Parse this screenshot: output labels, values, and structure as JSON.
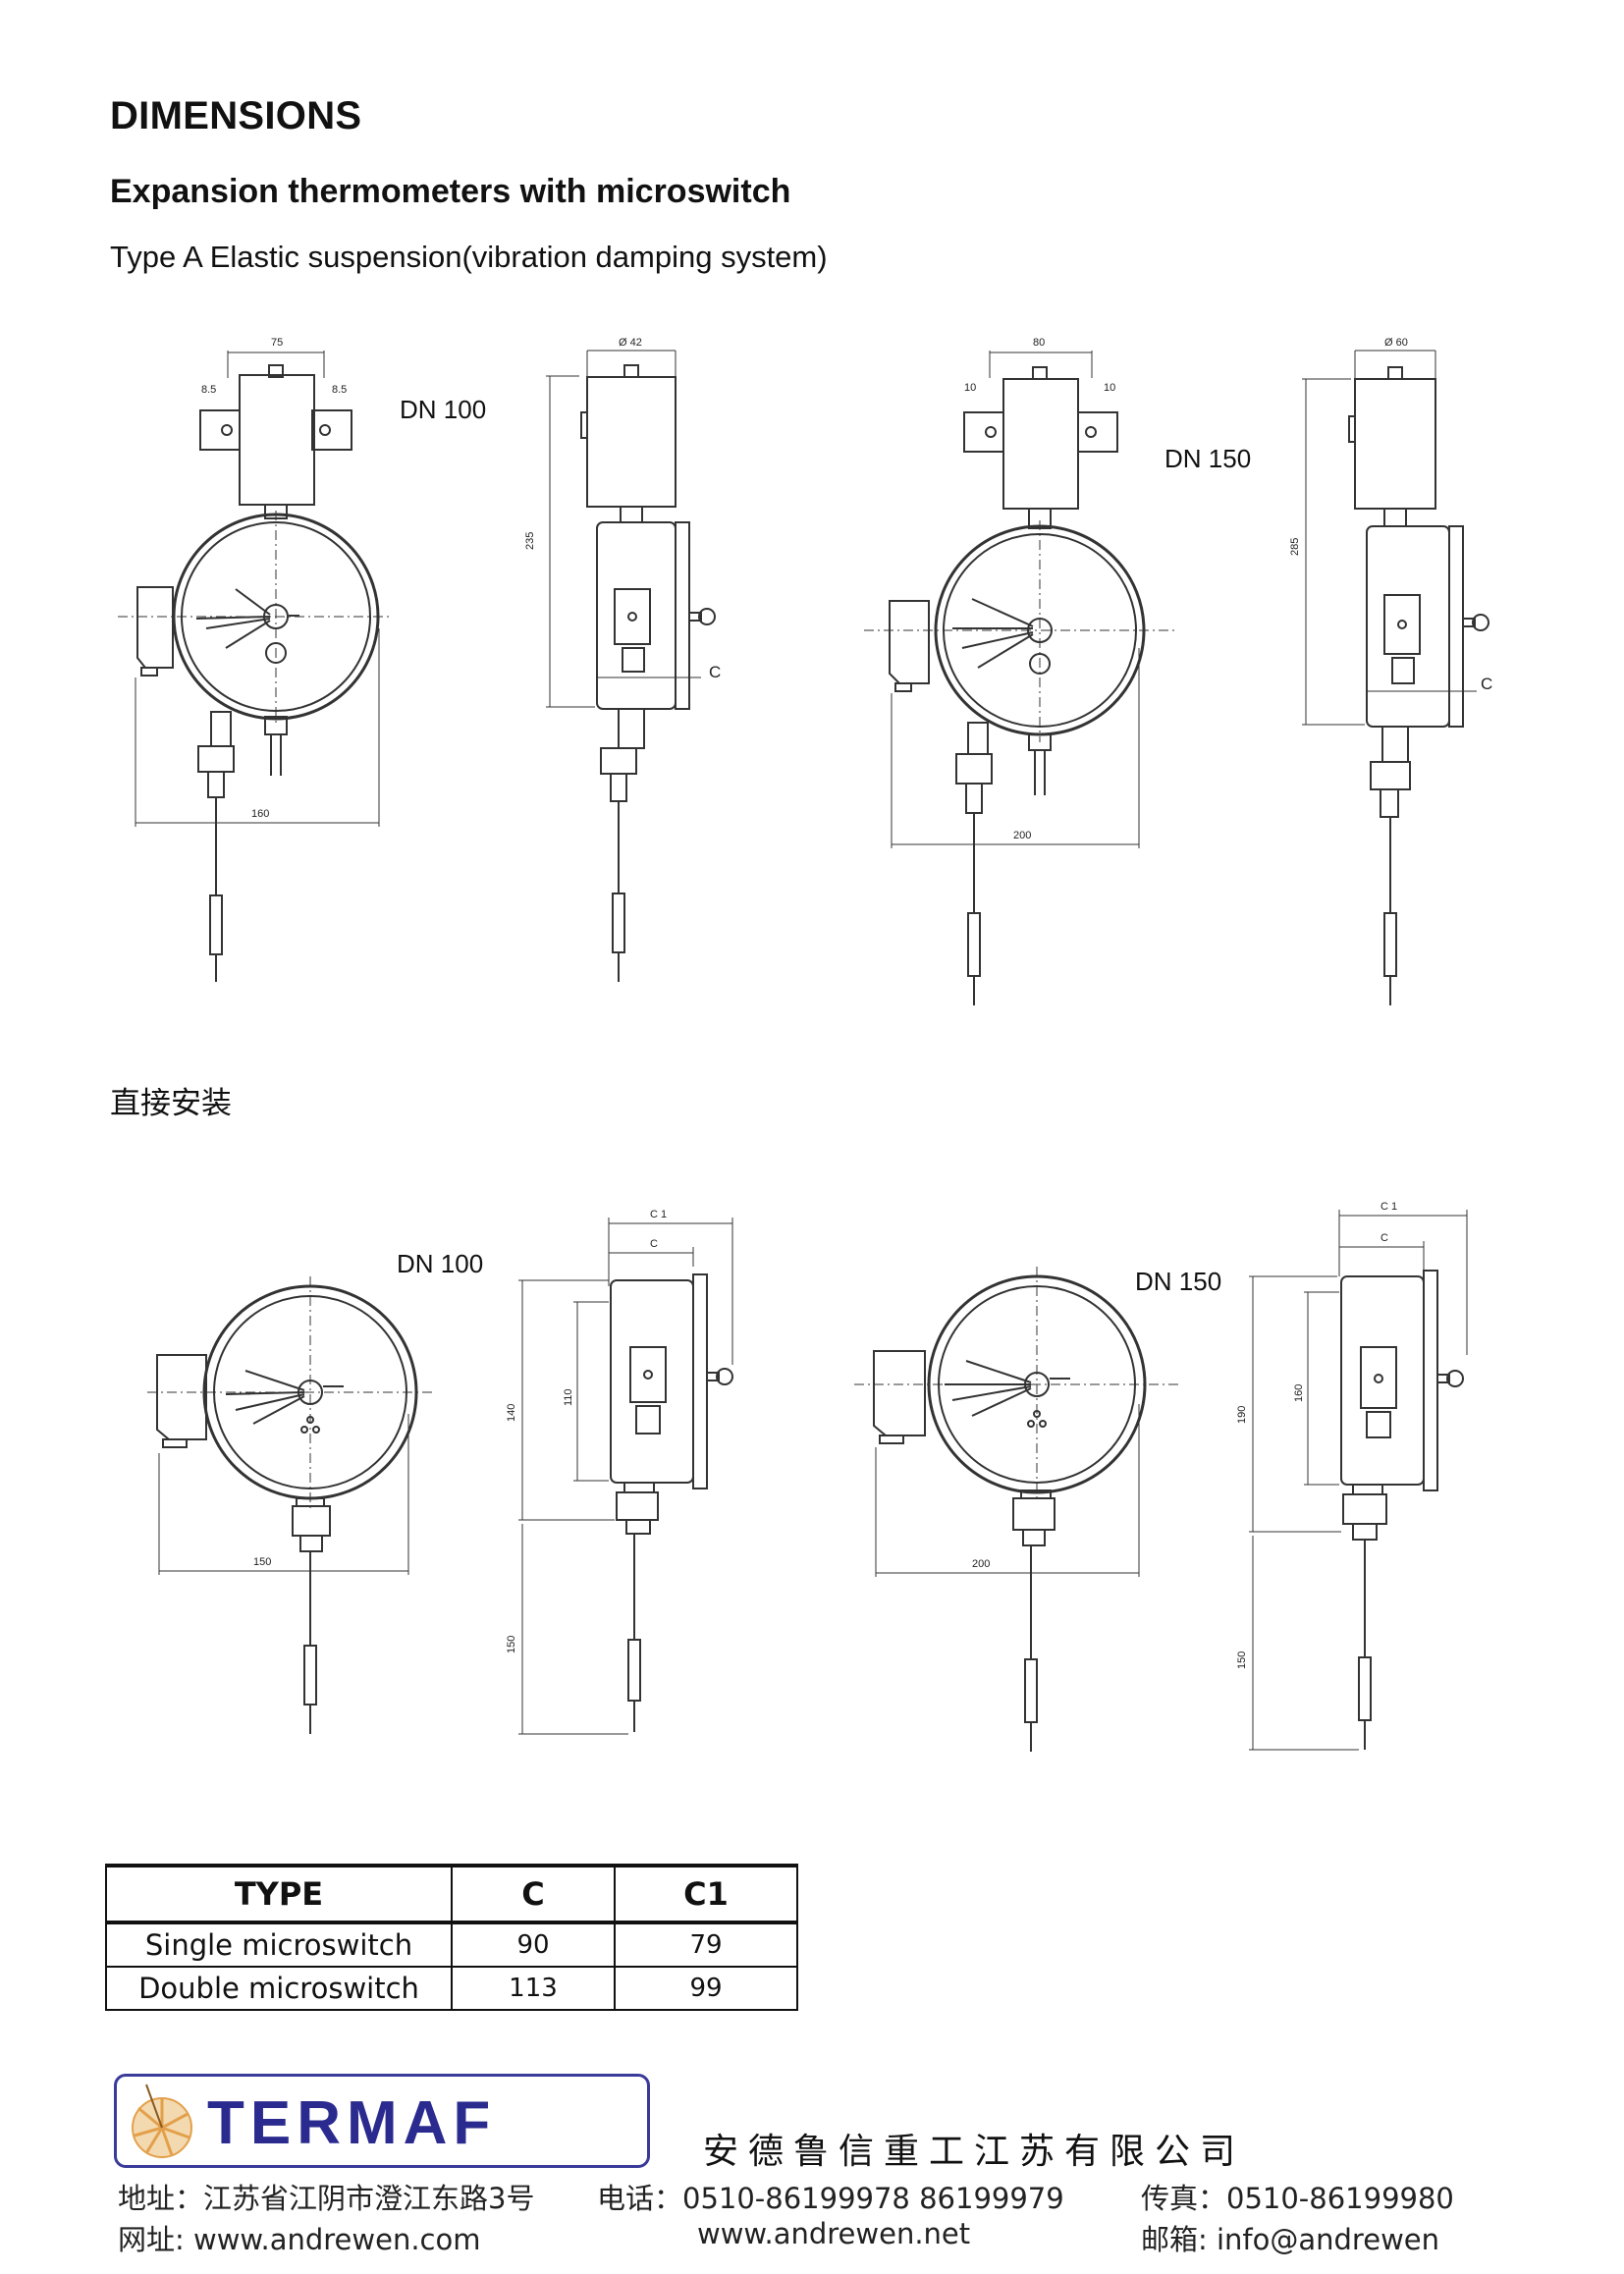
{
  "header": {
    "title": "DIMENSIONS",
    "subtitle": "Expansion thermometers with microswitch",
    "type_line": "Type A Elastic suspension(vibration damping system)"
  },
  "section2_label": "直接安装",
  "drawings": {
    "top_left_dn": "DN  100",
    "top_right_dn": "DN 150",
    "bottom_left_dn": "DN 100",
    "bottom_right_dn": "DN 150",
    "dims": {
      "d75": "75",
      "d85a": "8.5",
      "d85b": "8.5",
      "d160": "160",
      "d235": "235",
      "d42": "Ø 42",
      "d80": "80",
      "d10a": "10",
      "d10b": "10",
      "d200": "200",
      "d285": "285",
      "d60": "Ø 60",
      "c": "C",
      "c1": "C 1",
      "b150w": "150",
      "b140": "140",
      "b110": "110",
      "b150h": "150",
      "b200w": "200",
      "b190": "190",
      "b160": "160",
      "b150h2": "150"
    }
  },
  "table": {
    "headers": [
      "TYPE",
      "C",
      "C1"
    ],
    "rows": [
      [
        "Single   microswitch",
        "90",
        "79"
      ],
      [
        "Double microswitch",
        "113",
        "99"
      ]
    ]
  },
  "footer": {
    "logo_text": "TERMAF",
    "company": "安德鲁信重工江苏有限公司",
    "address": "地址：江苏省江阴市澄江东路3号",
    "phone": "电话：0510-86199978  86199979",
    "fax": "传真：0510-86199980",
    "web_label": "网址: www.andrewen.com",
    "web2": "www.andrewen.net",
    "email": "邮箱: info@andrewen"
  },
  "colors": {
    "logo_blue": "#2b2b8f",
    "logo_orange": "#e3a04a",
    "line": "#333333"
  }
}
